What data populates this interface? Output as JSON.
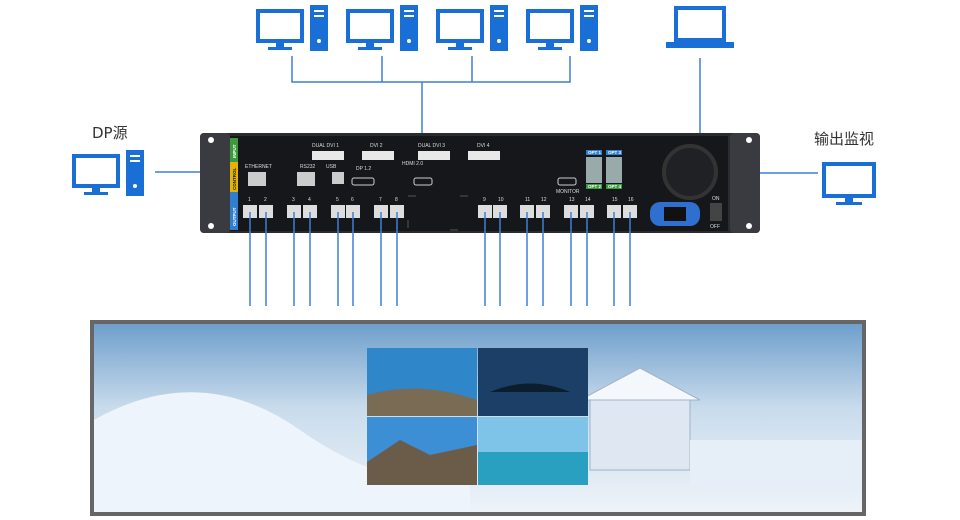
{
  "labels": {
    "dp_source": "DP源",
    "output_monitor": "输出监视"
  },
  "device": {
    "sections": [
      "INPUT",
      "CONTROL",
      "OUTPUT"
    ],
    "inputs": [
      "DUAL DVI 1",
      "DVI 2",
      "DUAL DVI 3",
      "DVI 4"
    ],
    "control": {
      "ethernet": "ETHERNET",
      "rs232": "RS232",
      "usb": "USB"
    },
    "dp": "DP 1.2",
    "hdmi": "HDMI 2.0",
    "monitor": "MONITOR",
    "opt": [
      "OPT 1",
      "OPT 2",
      "OPT 3",
      "OPT 4"
    ],
    "power": {
      "on": "ON",
      "off": "OFF"
    },
    "ports": [
      "1",
      "2",
      "3",
      "4",
      "5",
      "6",
      "7",
      "8",
      "9",
      "10",
      "11",
      "12",
      "13",
      "14",
      "15",
      "16"
    ]
  },
  "colors": {
    "accent": "#1a6fd6",
    "line": "#3d7fd8",
    "device": "#1b1c1f"
  },
  "icons": [
    "desktop-pc-icon",
    "laptop-icon",
    "monitor-icon"
  ]
}
